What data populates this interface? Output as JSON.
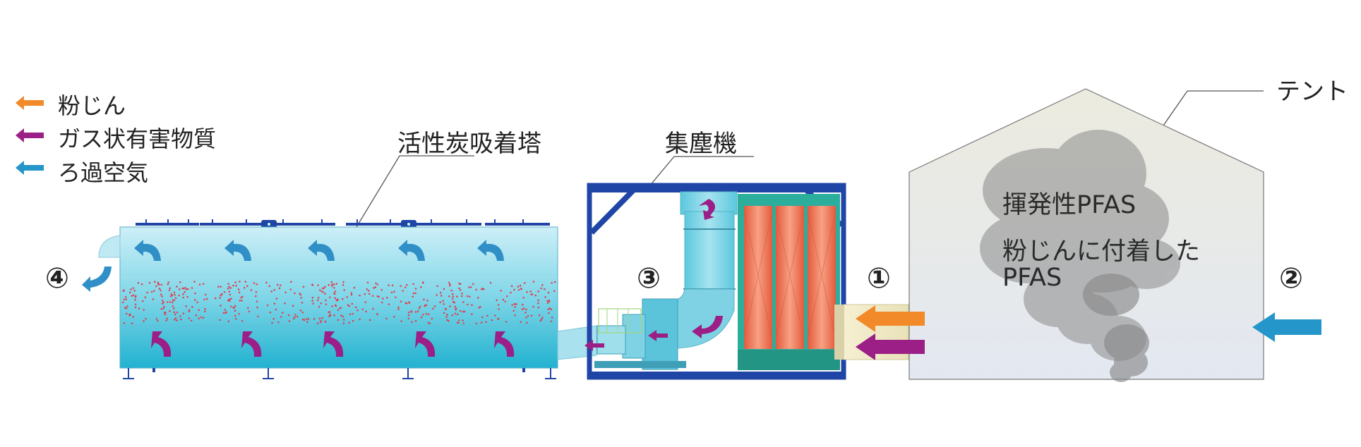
{
  "legend": {
    "items": [
      {
        "label": "粉じん",
        "color": "#f28a2a",
        "icon": "arrow-left-icon"
      },
      {
        "label": "ガス状有害物質",
        "color": "#9b1f86",
        "icon": "arrow-left-icon"
      },
      {
        "label": "ろ過空気",
        "color": "#2596c9",
        "icon": "arrow-left-icon"
      }
    ]
  },
  "callouts": {
    "tower": "活性炭吸着塔",
    "collector": "集塵機",
    "tent": "テント"
  },
  "markers": {
    "one": "①",
    "two": "②",
    "three": "③",
    "four": "④"
  },
  "smoke": {
    "line1": "揮発性PFAS",
    "line2": "粉じんに付着した",
    "line3": "PFAS"
  },
  "colors": {
    "dust": "#f28a2a",
    "gas": "#9b1f86",
    "filtered": "#2596c9",
    "frame": "#1f45a6",
    "tower_top": "#c9eef6",
    "tower_bottom": "#2ab6d3",
    "filter": "#ef7d5c",
    "tent_fill": "#eeeee4",
    "smoke": "#9a9a9a"
  }
}
